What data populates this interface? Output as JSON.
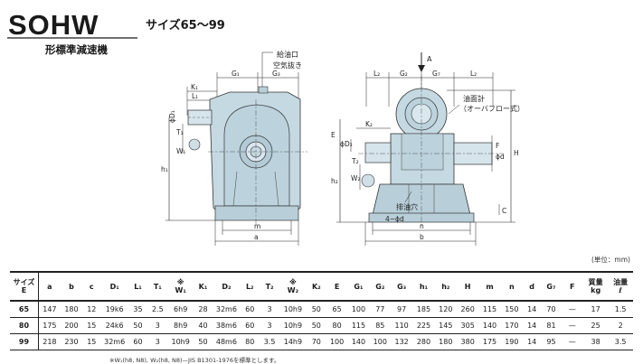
{
  "header": {
    "title": "SOHW",
    "size_label": "サイズ65～99",
    "subtitle": "形標準減速機"
  },
  "drawing_labels": {
    "oil_inlet": "給油口",
    "air_vent": "空気抜き",
    "oil_gauge": "油面計",
    "oil_gauge_type": "（オーバフロー式）",
    "drain": "排油穴",
    "arrow_a": "A",
    "G1": "G₁",
    "G3": "G₃",
    "K1": "K₁",
    "L1": "L₁",
    "D1": "ϕD₁",
    "T1": "T₁",
    "W1": "W₁",
    "h1": "h₁",
    "m": "m",
    "a": "a",
    "L2": "L₂",
    "G2": "G₂",
    "G7": "G₇",
    "K2": "K₂",
    "E": "E",
    "D2": "ϕD₂",
    "T2": "T₂",
    "W2": "W₂",
    "h2": "h₂",
    "F": "F",
    "d": "ϕd",
    "H": "H",
    "C": "C",
    "n": "n",
    "b": "b",
    "bolt": "4−ϕd"
  },
  "unit_note": "(単位：mm)",
  "table": {
    "headers": [
      {
        "top": "サイズ",
        "bottom": "E"
      },
      {
        "top": "a",
        "bottom": ""
      },
      {
        "top": "b",
        "bottom": ""
      },
      {
        "top": "c",
        "bottom": ""
      },
      {
        "top": "D₁",
        "bottom": ""
      },
      {
        "top": "L₁",
        "bottom": ""
      },
      {
        "top": "T₁",
        "bottom": ""
      },
      {
        "top": "※",
        "bottom": "W₁"
      },
      {
        "top": "K₁",
        "bottom": ""
      },
      {
        "top": "D₂",
        "bottom": ""
      },
      {
        "top": "L₂",
        "bottom": ""
      },
      {
        "top": "T₂",
        "bottom": ""
      },
      {
        "top": "※",
        "bottom": "W₂"
      },
      {
        "top": "K₂",
        "bottom": ""
      },
      {
        "top": "E",
        "bottom": ""
      },
      {
        "top": "G₁",
        "bottom": ""
      },
      {
        "top": "G₂",
        "bottom": ""
      },
      {
        "top": "G₃",
        "bottom": ""
      },
      {
        "top": "h₁",
        "bottom": ""
      },
      {
        "top": "h₂",
        "bottom": ""
      },
      {
        "top": "H",
        "bottom": ""
      },
      {
        "top": "m",
        "bottom": ""
      },
      {
        "top": "n",
        "bottom": ""
      },
      {
        "top": "d",
        "bottom": ""
      },
      {
        "top": "G₇",
        "bottom": ""
      },
      {
        "top": "F",
        "bottom": ""
      },
      {
        "top": "質量",
        "bottom": "kg"
      },
      {
        "top": "油量",
        "bottom": "ℓ"
      }
    ],
    "rows": [
      [
        "65",
        "147",
        "180",
        "12",
        "19k6",
        "35",
        "2.5",
        "6h9",
        "28",
        "32m6",
        "60",
        "3",
        "10h9",
        "50",
        "65",
        "100",
        "77",
        "97",
        "185",
        "120",
        "260",
        "115",
        "150",
        "14",
        "70",
        "—",
        "17",
        "1.5"
      ],
      [
        "80",
        "175",
        "200",
        "15",
        "24k6",
        "50",
        "3",
        "8h9",
        "40",
        "38m6",
        "60",
        "3",
        "10h9",
        "50",
        "80",
        "115",
        "85",
        "110",
        "225",
        "145",
        "305",
        "140",
        "170",
        "14",
        "81",
        "—",
        "25",
        "2"
      ],
      [
        "99",
        "218",
        "230",
        "15",
        "32m6",
        "60",
        "3",
        "10h9",
        "50",
        "48m6",
        "80",
        "3.5",
        "14h9",
        "70",
        "100",
        "140",
        "100",
        "132",
        "280",
        "180",
        "380",
        "175",
        "190",
        "14",
        "95",
        "—",
        "38",
        "3.5"
      ]
    ]
  },
  "footnote": "※W₁(h8, N8), W₂(h8, N8)—JIS B1301-1976を標準とします。"
}
